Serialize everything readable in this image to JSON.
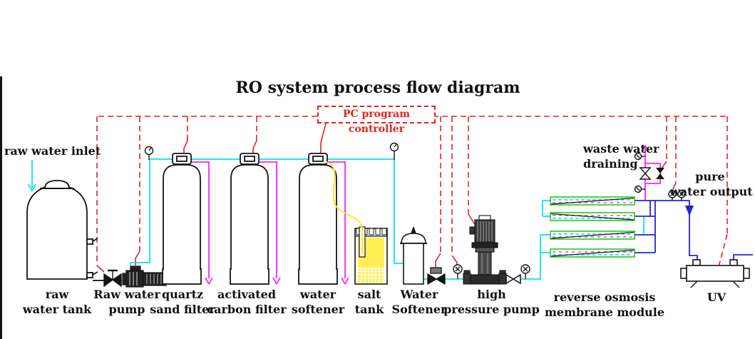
{
  "title": "RO system process flow diagram",
  "controller": {
    "label": "PC program controller"
  },
  "annotations": {
    "raw_water_inlet": "raw water inlet",
    "waste_water": {
      "line1": "waste water",
      "line2": "draining"
    },
    "pure_water": {
      "line1": "pure",
      "line2": "water output"
    }
  },
  "equipment": {
    "raw_water_tank": {
      "line1": "raw",
      "line2": "water tank"
    },
    "raw_water_pump": {
      "line1": "Raw water",
      "line2": "pump"
    },
    "quartz_sand_filter": {
      "line1": "quartz",
      "line2": "sand filter"
    },
    "activated_carbon_filter": {
      "line1": "activated",
      "line2": "carbon filter"
    },
    "water_softener_tank": {
      "line1": "water",
      "line2": "softener"
    },
    "salt_tank": {
      "line1": "salt",
      "line2": "tank"
    },
    "water_softener_unit": {
      "line1": "Water",
      "line2": "Softener"
    },
    "high_pressure_pump": {
      "line1": "high",
      "line2": "pressure pump"
    },
    "ro_membrane_module": {
      "line1": "reverse osmosis",
      "line2": "membrane module"
    },
    "uv_sterilizer": {
      "line1": "UV",
      "line2": ""
    }
  },
  "colors": {
    "feed_pipe_cyan": "#0ae1ee",
    "backwash_waste_magenta": "#ff1fff",
    "pure_water_blue": "#2424dc",
    "control_signal_red": "#e52222",
    "brine_yellow": "#ffe52a",
    "membrane_green": "#1fcc1f"
  }
}
